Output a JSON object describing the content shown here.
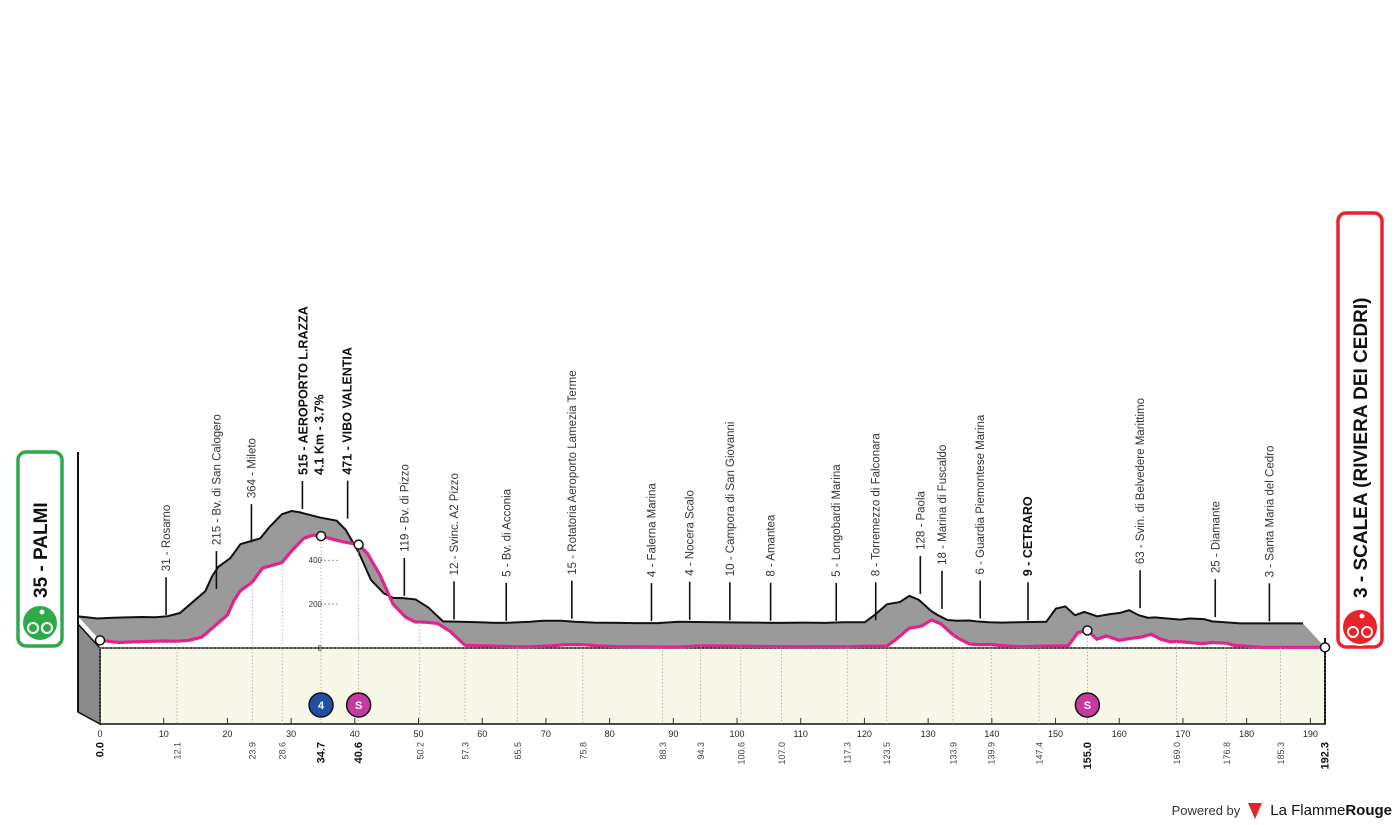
{
  "chart_data": {
    "type": "area",
    "x_range": [
      0,
      192.3
    ],
    "y_range": [
      0,
      550
    ],
    "y_ticks": [
      0,
      200,
      400
    ],
    "km_ticks": [
      0,
      10,
      20,
      30,
      40,
      50,
      60,
      70,
      80,
      90,
      100,
      110,
      120,
      130,
      140,
      150,
      160,
      170,
      180,
      190
    ],
    "profile": [
      [
        0,
        35
      ],
      [
        1.5,
        30
      ],
      [
        3,
        25
      ],
      [
        5,
        28
      ],
      [
        7.5,
        30
      ],
      [
        10,
        32
      ],
      [
        12.1,
        31
      ],
      [
        14,
        35
      ],
      [
        16,
        50
      ],
      [
        18,
        100
      ],
      [
        20,
        150
      ],
      [
        21,
        215
      ],
      [
        22,
        260
      ],
      [
        23.9,
        300
      ],
      [
        25.5,
        364
      ],
      [
        28.6,
        390
      ],
      [
        30,
        440
      ],
      [
        32,
        500
      ],
      [
        33.5,
        515
      ],
      [
        34.7,
        510
      ],
      [
        36,
        500
      ],
      [
        38,
        485
      ],
      [
        40.6,
        471
      ],
      [
        42,
        430
      ],
      [
        44,
        330
      ],
      [
        46,
        200
      ],
      [
        48,
        140
      ],
      [
        49.5,
        119
      ],
      [
        51,
        118
      ],
      [
        53,
        112
      ],
      [
        55,
        75
      ],
      [
        57.3,
        12
      ],
      [
        60,
        10
      ],
      [
        63,
        8
      ],
      [
        65.5,
        5
      ],
      [
        68,
        6
      ],
      [
        71,
        10
      ],
      [
        73,
        15
      ],
      [
        75.8,
        15
      ],
      [
        78,
        10
      ],
      [
        81,
        6
      ],
      [
        85,
        5
      ],
      [
        88.3,
        4
      ],
      [
        91,
        4
      ],
      [
        94.3,
        10
      ],
      [
        97,
        9
      ],
      [
        100.6,
        8
      ],
      [
        104,
        7
      ],
      [
        107,
        6
      ],
      [
        110,
        5
      ],
      [
        114,
        6
      ],
      [
        117.3,
        5
      ],
      [
        120,
        8
      ],
      [
        123.5,
        8
      ],
      [
        125,
        40
      ],
      [
        127,
        90
      ],
      [
        129,
        100
      ],
      [
        130.5,
        128
      ],
      [
        132,
        110
      ],
      [
        133.9,
        60
      ],
      [
        135,
        40
      ],
      [
        136.5,
        18
      ],
      [
        138,
        15
      ],
      [
        139.9,
        16
      ],
      [
        141,
        12
      ],
      [
        143,
        8
      ],
      [
        145,
        6
      ],
      [
        147.4,
        8
      ],
      [
        150,
        9
      ],
      [
        152,
        10
      ],
      [
        153.5,
        70
      ],
      [
        155,
        80
      ],
      [
        156.5,
        40
      ],
      [
        158,
        55
      ],
      [
        160,
        35
      ],
      [
        162,
        45
      ],
      [
        163.5,
        50
      ],
      [
        165,
        63
      ],
      [
        166.5,
        40
      ],
      [
        168,
        28
      ],
      [
        169,
        30
      ],
      [
        171,
        25
      ],
      [
        173,
        20
      ],
      [
        174.5,
        25
      ],
      [
        176.8,
        22
      ],
      [
        178,
        12
      ],
      [
        180,
        8
      ],
      [
        182.5,
        3
      ],
      [
        185.3,
        3
      ],
      [
        188,
        3
      ],
      [
        190,
        3
      ],
      [
        192.3,
        3
      ]
    ],
    "waypoints": [
      {
        "km": 12.1,
        "label": "31 - Rosarno"
      },
      {
        "km": 20,
        "label": "215 - Bv. di San Calogero"
      },
      {
        "km": 25.5,
        "label": "364 - Mileto"
      },
      {
        "km": 40.6,
        "label": "471 - VIBO VALENTIA",
        "bold": true
      },
      {
        "km": 49.5,
        "label": "119 - Bv. di Pizzo"
      },
      {
        "km": 57.3,
        "label": "12 - Svinc. A2 Pizzo"
      },
      {
        "km": 65.5,
        "label": "5 - Bv. di Acconia"
      },
      {
        "km": 75.8,
        "label": "15 - Rotatoria Aeroporto Lamezia Terme"
      },
      {
        "km": 88.3,
        "label": "4 - Falerna Marina"
      },
      {
        "km": 94.3,
        "label": "4 - Nocera Scalo"
      },
      {
        "km": 100.6,
        "label": "10 - Campora di San Giovanni"
      },
      {
        "km": 107.0,
        "label": "8 - Amantea"
      },
      {
        "km": 117.3,
        "label": "5 - Longobardi Marina"
      },
      {
        "km": 123.5,
        "label": "8 - Torremezzo di Falconara"
      },
      {
        "km": 130.5,
        "label": "128 - Paola"
      },
      {
        "km": 133.9,
        "label": "18 - Marina di Fuscaldo"
      },
      {
        "km": 139.9,
        "label": "6 - Guardia Piemontese Marina"
      },
      {
        "km": 147.4,
        "label": "9 - CETRARO",
        "bold": true
      },
      {
        "km": 165.0,
        "label": "63 - Svin. di Belvedere Marittimo"
      },
      {
        "km": 176.8,
        "label": "25 - Diamante"
      },
      {
        "km": 185.3,
        "label": "3 - Santa Maria del Cedro"
      }
    ],
    "climb": {
      "km": 33.5,
      "lines": [
        "515 - AEROPORTO L.RAZZA",
        "4.1 Km - 3.7%"
      ]
    },
    "km_marks": [
      {
        "km": 0.0,
        "label": "0.0",
        "bold": true
      },
      {
        "km": 12.1,
        "label": "12.1"
      },
      {
        "km": 23.9,
        "label": "23.9"
      },
      {
        "km": 28.6,
        "label": "28.6"
      },
      {
        "km": 34.7,
        "label": "34.7",
        "bold": true
      },
      {
        "km": 40.6,
        "label": "40.6",
        "bold": true
      },
      {
        "km": 50.2,
        "label": "50.2"
      },
      {
        "km": 57.3,
        "label": "57.3"
      },
      {
        "km": 65.5,
        "label": "65.5"
      },
      {
        "km": 75.8,
        "label": "75.8"
      },
      {
        "km": 88.3,
        "label": "88.3"
      },
      {
        "km": 94.3,
        "label": "94.3"
      },
      {
        "km": 100.6,
        "label": "100.6"
      },
      {
        "km": 107.0,
        "label": "107.0"
      },
      {
        "km": 117.3,
        "label": "117.3"
      },
      {
        "km": 123.5,
        "label": "123.5"
      },
      {
        "km": 133.9,
        "label": "133.9"
      },
      {
        "km": 139.9,
        "label": "139.9"
      },
      {
        "km": 147.4,
        "label": "147.4"
      },
      {
        "km": 155.0,
        "label": "155.0",
        "bold": true
      },
      {
        "km": 169.0,
        "label": "169.0"
      },
      {
        "km": 176.8,
        "label": "176.8"
      },
      {
        "km": 185.3,
        "label": "185.3"
      },
      {
        "km": 192.3,
        "label": "192.3",
        "bold": true
      }
    ],
    "markers": [
      {
        "km": 34.7,
        "type": "gpm",
        "text": "4",
        "color": "#1f4fa3"
      },
      {
        "km": 40.6,
        "type": "sprint",
        "text": "S",
        "color": "#c43a9e"
      },
      {
        "km": 155.0,
        "type": "sprint",
        "text": "S",
        "color": "#c43a9e"
      }
    ],
    "start": {
      "label": "35 - PALMI"
    },
    "finish": {
      "label": "3 - SCALEA (RIVIERA DEI CEDRI)"
    },
    "colors": {
      "terrain_fill": "#9a9a9a",
      "base_fill": "#f7f7e8",
      "route_line": "#e5218b",
      "start_frame": "#2eaa4a",
      "finish_frame": "#e8232b",
      "gpm_badge": "#1f4fa3",
      "sprint_badge": "#c43a9e"
    }
  },
  "footer": {
    "powered_by": "Powered by",
    "brand_light": "La Flamme",
    "brand_bold": "Rouge"
  }
}
